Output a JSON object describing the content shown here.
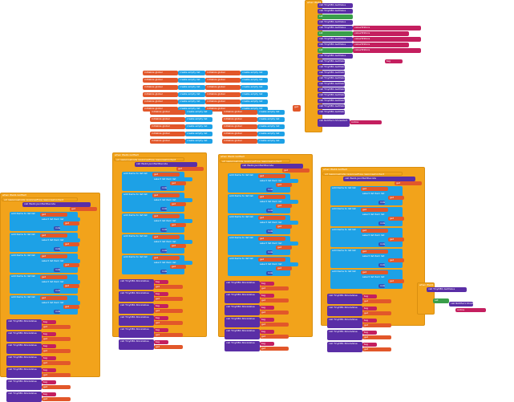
{
  "labels": {
    "event": "when Web1.GotText",
    "params": "url  responseCode  responseType  responseContent",
    "init_global": "initialize global",
    "to": "to",
    "create_empty_list": "create empty list",
    "add_items": "add items to list  list",
    "item": "item",
    "select_item": "select list item  list",
    "index": "index",
    "get": "get",
    "set": "set",
    "store_value": "call TinyDB1.StoreValue",
    "tag": "tag",
    "value_to_store": "valueToStore",
    "json_decode": "call Web1.JsonTextDecode",
    "json_text": "jsonText",
    "get_value": "call TinyDB1.GetValue",
    "value_if_tag_not_there": "valueIfTagNotThere",
    "show_alert": "call Notifier1.ShowAlert",
    "notice": "notice"
  },
  "colors": {
    "event": "#f2a31b",
    "procedure": "#5a2ea6",
    "list": "#1da1e6",
    "variable": "#e2572a",
    "text": "#c41f5f",
    "logic": "#3a9e4a"
  }
}
